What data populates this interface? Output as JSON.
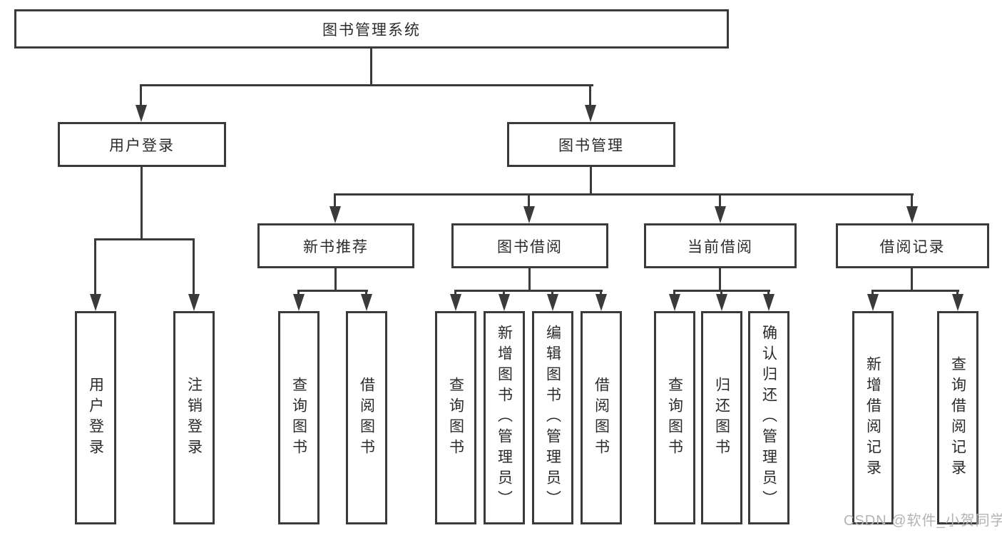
{
  "tree": {
    "root": {
      "label": "图书管理系统",
      "children": [
        {
          "label": "用户登录",
          "children": [
            {
              "label": "用户登录"
            },
            {
              "label": "注销登录"
            }
          ]
        },
        {
          "label": "图书管理",
          "children": [
            {
              "label": "新书推荐",
              "children": [
                {
                  "label": "查询图书"
                },
                {
                  "label": "借阅图书"
                }
              ]
            },
            {
              "label": "图书借阅",
              "children": [
                {
                  "label": "查询图书"
                },
                {
                  "label": "新增图书（管理员）"
                },
                {
                  "label": "编辑图书（管理员）"
                },
                {
                  "label": "借阅图书"
                }
              ]
            },
            {
              "label": "当前借阅",
              "children": [
                {
                  "label": "查询图书"
                },
                {
                  "label": "归还图书"
                },
                {
                  "label": "确认归还（管理员）"
                }
              ]
            },
            {
              "label": "借阅记录",
              "children": [
                {
                  "label": "新增借阅记录"
                },
                {
                  "label": "查询借阅记录"
                }
              ]
            }
          ]
        }
      ]
    }
  },
  "watermark": {
    "text": "CSDN @软件_小贺同学"
  },
  "colors": {
    "line": "#3a3a3a",
    "text": "#2b2b2b",
    "watermark": "#b3b3b3",
    "background": "#ffffff"
  }
}
